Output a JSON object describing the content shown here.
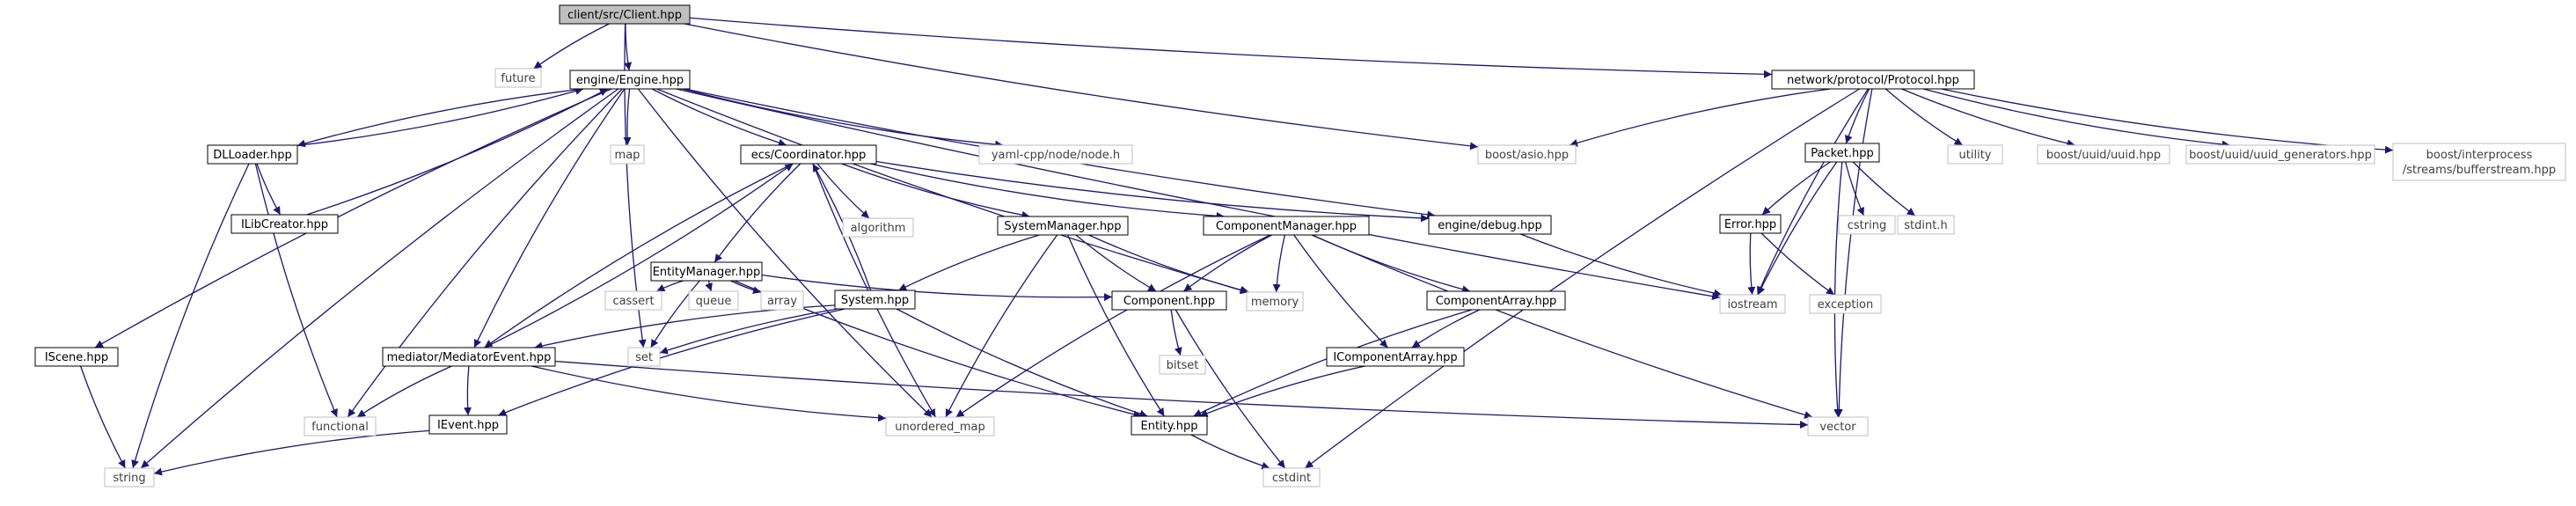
{
  "colors": {
    "edge": "#191970",
    "node_border": "#000000",
    "external_border": "#bfbfbf",
    "external_text": "#3f3f3f",
    "root_fill": "#bfbfbf",
    "node_fill": "#ffffff"
  },
  "nodes": {
    "client": {
      "label": "client/src/Client.hpp",
      "kind": "root"
    },
    "future": {
      "label": "future",
      "kind": "external"
    },
    "engine": {
      "label": "engine/Engine.hpp",
      "kind": "header"
    },
    "protocol": {
      "label": "network/protocol/Protocol.hpp",
      "kind": "header"
    },
    "boost_asio": {
      "label": "boost/asio.hpp",
      "kind": "external"
    },
    "dlloader": {
      "label": "DLLoader.hpp",
      "kind": "header"
    },
    "map": {
      "label": "map",
      "kind": "external"
    },
    "coordinator": {
      "label": "ecs/Coordinator.hpp",
      "kind": "header"
    },
    "yaml": {
      "label": "yaml-cpp/node/node.h",
      "kind": "external"
    },
    "packet": {
      "label": "Packet.hpp",
      "kind": "header"
    },
    "utility": {
      "label": "utility",
      "kind": "external"
    },
    "uuid": {
      "label": "boost/uuid/uuid.hpp",
      "kind": "external"
    },
    "uuid_gen": {
      "label": "boost/uuid/uuid_generators.hpp",
      "kind": "external"
    },
    "interprocess_1": {
      "label": "boost/interprocess",
      "kind": "external"
    },
    "interprocess_2": {
      "label": "/streams/bufferstream.hpp",
      "kind": "external"
    },
    "ilibcreator": {
      "label": "ILibCreator.hpp",
      "kind": "header"
    },
    "algorithm": {
      "label": "algorithm",
      "kind": "external"
    },
    "engine_debug": {
      "label": "engine/debug.hpp",
      "kind": "header"
    },
    "error": {
      "label": "Error.hpp",
      "kind": "header"
    },
    "cstring": {
      "label": "cstring",
      "kind": "external"
    },
    "stdint": {
      "label": "stdint.h",
      "kind": "external"
    },
    "entity_manager": {
      "label": "EntityManager.hpp",
      "kind": "header"
    },
    "system_manager": {
      "label": "SystemManager.hpp",
      "kind": "header"
    },
    "component_manager": {
      "label": "ComponentManager.hpp",
      "kind": "header"
    },
    "cassert": {
      "label": "cassert",
      "kind": "external"
    },
    "queue": {
      "label": "queue",
      "kind": "external"
    },
    "array": {
      "label": "array",
      "kind": "external"
    },
    "system": {
      "label": "System.hpp",
      "kind": "header"
    },
    "component": {
      "label": "Component.hpp",
      "kind": "header"
    },
    "memory": {
      "label": "memory",
      "kind": "external"
    },
    "component_array": {
      "label": "ComponentArray.hpp",
      "kind": "header"
    },
    "iostream": {
      "label": "iostream",
      "kind": "external"
    },
    "exception": {
      "label": "exception",
      "kind": "external"
    },
    "iscene": {
      "label": "IScene.hpp",
      "kind": "header"
    },
    "mediator_event": {
      "label": "mediator/MediatorEvent.hpp",
      "kind": "header"
    },
    "set": {
      "label": "set",
      "kind": "external"
    },
    "bitset": {
      "label": "bitset",
      "kind": "external"
    },
    "icomponent_array": {
      "label": "IComponentArray.hpp",
      "kind": "header"
    },
    "functional": {
      "label": "functional",
      "kind": "external"
    },
    "ievent": {
      "label": "IEvent.hpp",
      "kind": "header"
    },
    "unordered_map": {
      "label": "unordered_map",
      "kind": "external"
    },
    "entity": {
      "label": "Entity.hpp",
      "kind": "header"
    },
    "vector": {
      "label": "vector",
      "kind": "external"
    },
    "string": {
      "label": "string",
      "kind": "external"
    },
    "cstdint": {
      "label": "cstdint",
      "kind": "external"
    }
  },
  "edges": [
    [
      "client",
      "engine"
    ],
    [
      "client",
      "future"
    ],
    [
      "client",
      "protocol"
    ],
    [
      "client",
      "boost_asio"
    ],
    [
      "client",
      "set"
    ],
    [
      "engine",
      "dlloader"
    ],
    [
      "engine",
      "map"
    ],
    [
      "engine",
      "coordinator"
    ],
    [
      "engine",
      "yaml"
    ],
    [
      "engine",
      "engine_debug"
    ],
    [
      "engine",
      "iscene"
    ],
    [
      "engine",
      "mediator_event"
    ],
    [
      "engine",
      "functional"
    ],
    [
      "engine",
      "unordered_map"
    ],
    [
      "engine",
      "string"
    ],
    [
      "engine",
      "memory"
    ],
    [
      "engine",
      "iostream"
    ],
    [
      "dlloader",
      "engine"
    ],
    [
      "dlloader",
      "ilibcreator"
    ],
    [
      "dlloader",
      "functional"
    ],
    [
      "dlloader",
      "string"
    ],
    [
      "ilibcreator",
      "engine"
    ],
    [
      "coordinator",
      "entity_manager"
    ],
    [
      "coordinator",
      "system_manager"
    ],
    [
      "coordinator",
      "component_manager"
    ],
    [
      "coordinator",
      "algorithm"
    ],
    [
      "coordinator",
      "engine_debug"
    ],
    [
      "coordinator",
      "mediator_event"
    ],
    [
      "coordinator",
      "unordered_map"
    ],
    [
      "protocol",
      "boost_asio"
    ],
    [
      "protocol",
      "packet"
    ],
    [
      "protocol",
      "utility"
    ],
    [
      "protocol",
      "uuid"
    ],
    [
      "protocol",
      "uuid_gen"
    ],
    [
      "protocol",
      "interprocess_1"
    ],
    [
      "protocol",
      "iostream"
    ],
    [
      "protocol",
      "vector"
    ],
    [
      "protocol",
      "cstdint"
    ],
    [
      "packet",
      "error"
    ],
    [
      "packet",
      "cstring"
    ],
    [
      "packet",
      "stdint"
    ],
    [
      "packet",
      "iostream"
    ],
    [
      "packet",
      "vector"
    ],
    [
      "error",
      "iostream"
    ],
    [
      "error",
      "exception"
    ],
    [
      "engine_debug",
      "iostream"
    ],
    [
      "entity_manager",
      "cassert"
    ],
    [
      "entity_manager",
      "queue"
    ],
    [
      "entity_manager",
      "array"
    ],
    [
      "entity_manager",
      "entity"
    ],
    [
      "entity_manager",
      "component"
    ],
    [
      "entity_manager",
      "set"
    ],
    [
      "system_manager",
      "system"
    ],
    [
      "system_manager",
      "component"
    ],
    [
      "system_manager",
      "entity"
    ],
    [
      "system_manager",
      "memory"
    ],
    [
      "system_manager",
      "unordered_map"
    ],
    [
      "system",
      "coordinator"
    ],
    [
      "system",
      "set"
    ],
    [
      "system",
      "mediator_event"
    ],
    [
      "system",
      "ievent"
    ],
    [
      "system",
      "entity"
    ],
    [
      "component_manager",
      "component"
    ],
    [
      "component_manager",
      "component_array"
    ],
    [
      "component_manager",
      "icomponent_array"
    ],
    [
      "component_manager",
      "memory"
    ],
    [
      "component_manager",
      "unordered_map"
    ],
    [
      "component_manager",
      "vector"
    ],
    [
      "component",
      "bitset"
    ],
    [
      "component",
      "cstdint"
    ],
    [
      "component_array",
      "icomponent_array"
    ],
    [
      "component_array",
      "entity"
    ],
    [
      "icomponent_array",
      "entity"
    ],
    [
      "mediator_event",
      "coordinator"
    ],
    [
      "mediator_event",
      "ievent"
    ],
    [
      "mediator_event",
      "functional"
    ],
    [
      "mediator_event",
      "unordered_map"
    ],
    [
      "mediator_event",
      "vector"
    ],
    [
      "ievent",
      "string"
    ],
    [
      "entity",
      "cstdint"
    ],
    [
      "iscene",
      "string"
    ]
  ]
}
